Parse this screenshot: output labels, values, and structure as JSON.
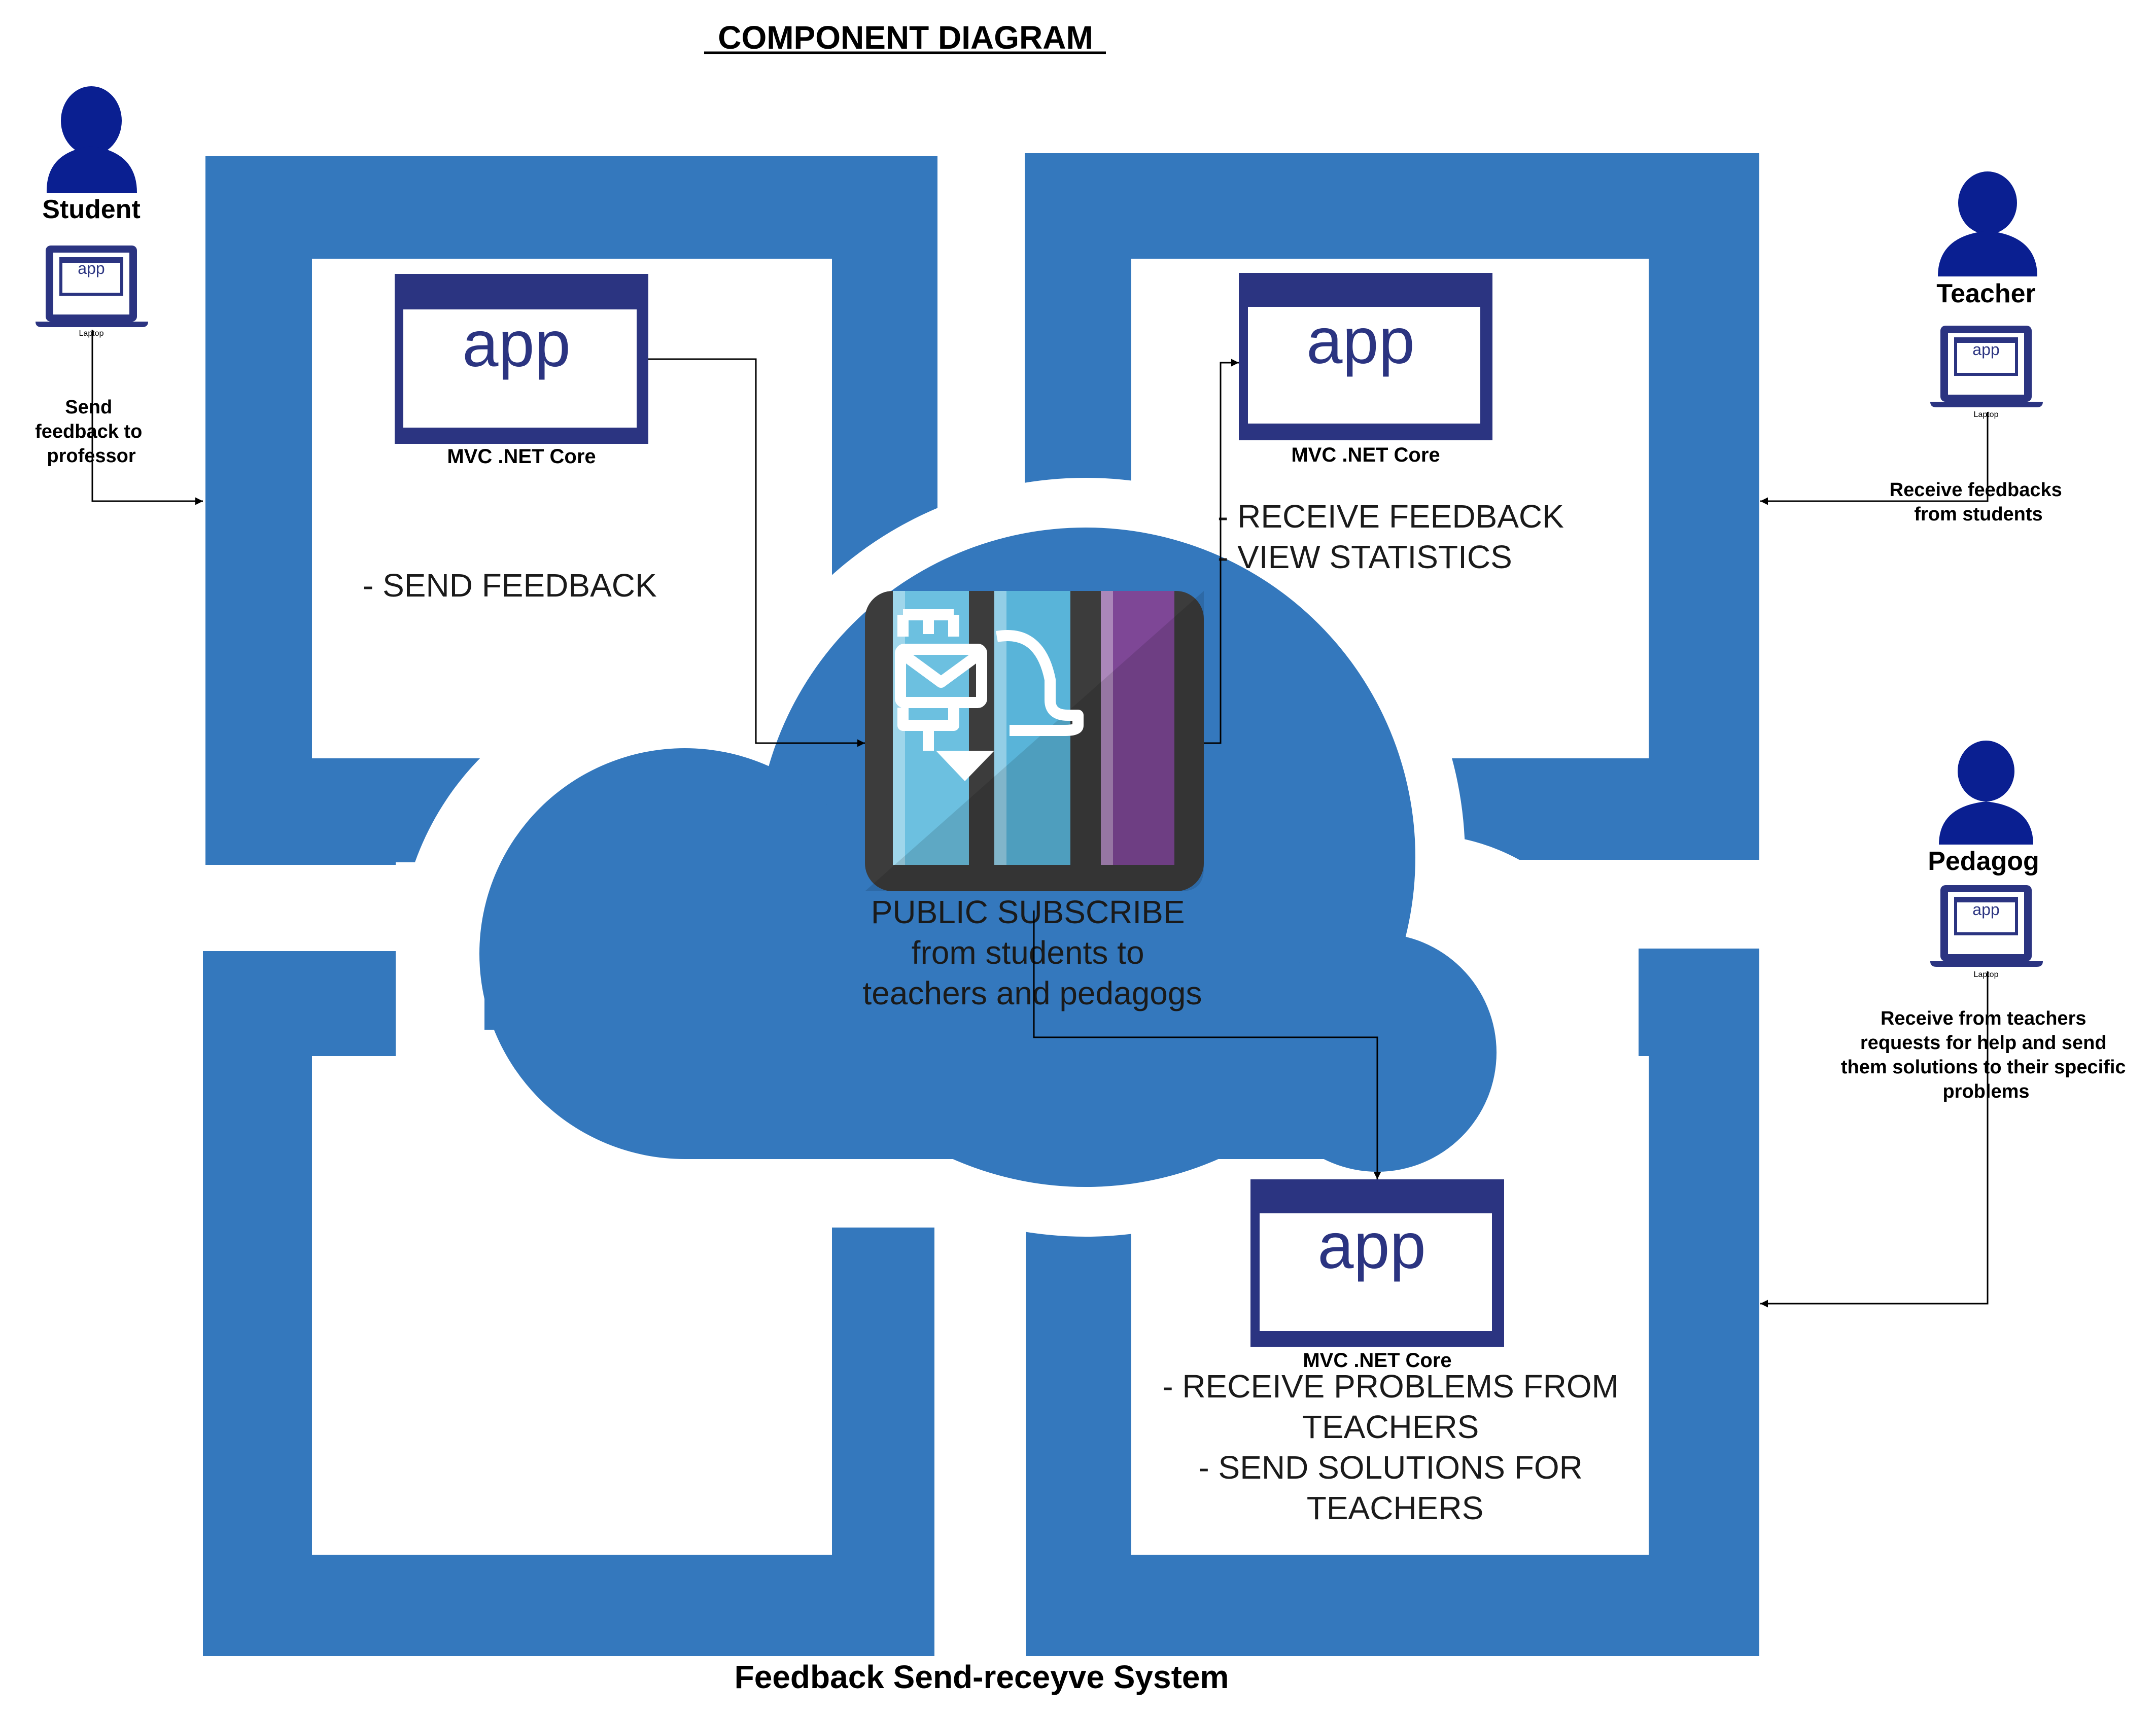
{
  "title": "COMPONENT  DIAGRAM",
  "footer": "Feedback Send-receyve System",
  "colors": {
    "frame": "#3478BD",
    "cloud": "#3478BD",
    "person": "#0A1F91",
    "app_border": "#2B3481",
    "app_text": "#2B3481",
    "service_dark": "#3C3C3C",
    "service_cyan": "#6CC0E0",
    "service_purple": "#7E4796"
  },
  "actors": [
    {
      "id": "student",
      "name": "Student",
      "device_label": "app",
      "device_caption": "Laptop",
      "note": [
        "Send",
        "feedback to",
        "professor"
      ]
    },
    {
      "id": "teacher",
      "name": "Teacher",
      "device_label": "app",
      "device_caption": "Laptop",
      "note": [
        "Receive feedbacks",
        "from students"
      ]
    },
    {
      "id": "pedagog",
      "name": "Pedagog",
      "device_label": "app",
      "device_caption": "Laptop",
      "note": [
        "Receive from teachers",
        "requests for help and send",
        "them solutions to their specific",
        "problems"
      ]
    }
  ],
  "components": [
    {
      "id": "student-app",
      "icon_text": "app",
      "caption": "MVC .NET Core",
      "features": [
        "- SEND  FEEDBACK"
      ]
    },
    {
      "id": "teacher-app",
      "icon_text": "app",
      "caption": "MVC .NET Core",
      "features": [
        "- RECEIVE FEEDBACK",
        "- VIEW STATISTICS"
      ]
    },
    {
      "id": "pedagog-app",
      "icon_text": "app",
      "caption": "MVC .NET Core",
      "features": [
        "- RECEIVE PROBLEMS FROM",
        "TEACHERS",
        "- SEND SOLUTIONS FOR",
        "TEACHERS"
      ]
    }
  ],
  "service": {
    "icon": "service-bus-icon",
    "label": [
      "PUBLIC SUBSCRIBE",
      "from students to",
      "teachers and pedagogs"
    ]
  }
}
